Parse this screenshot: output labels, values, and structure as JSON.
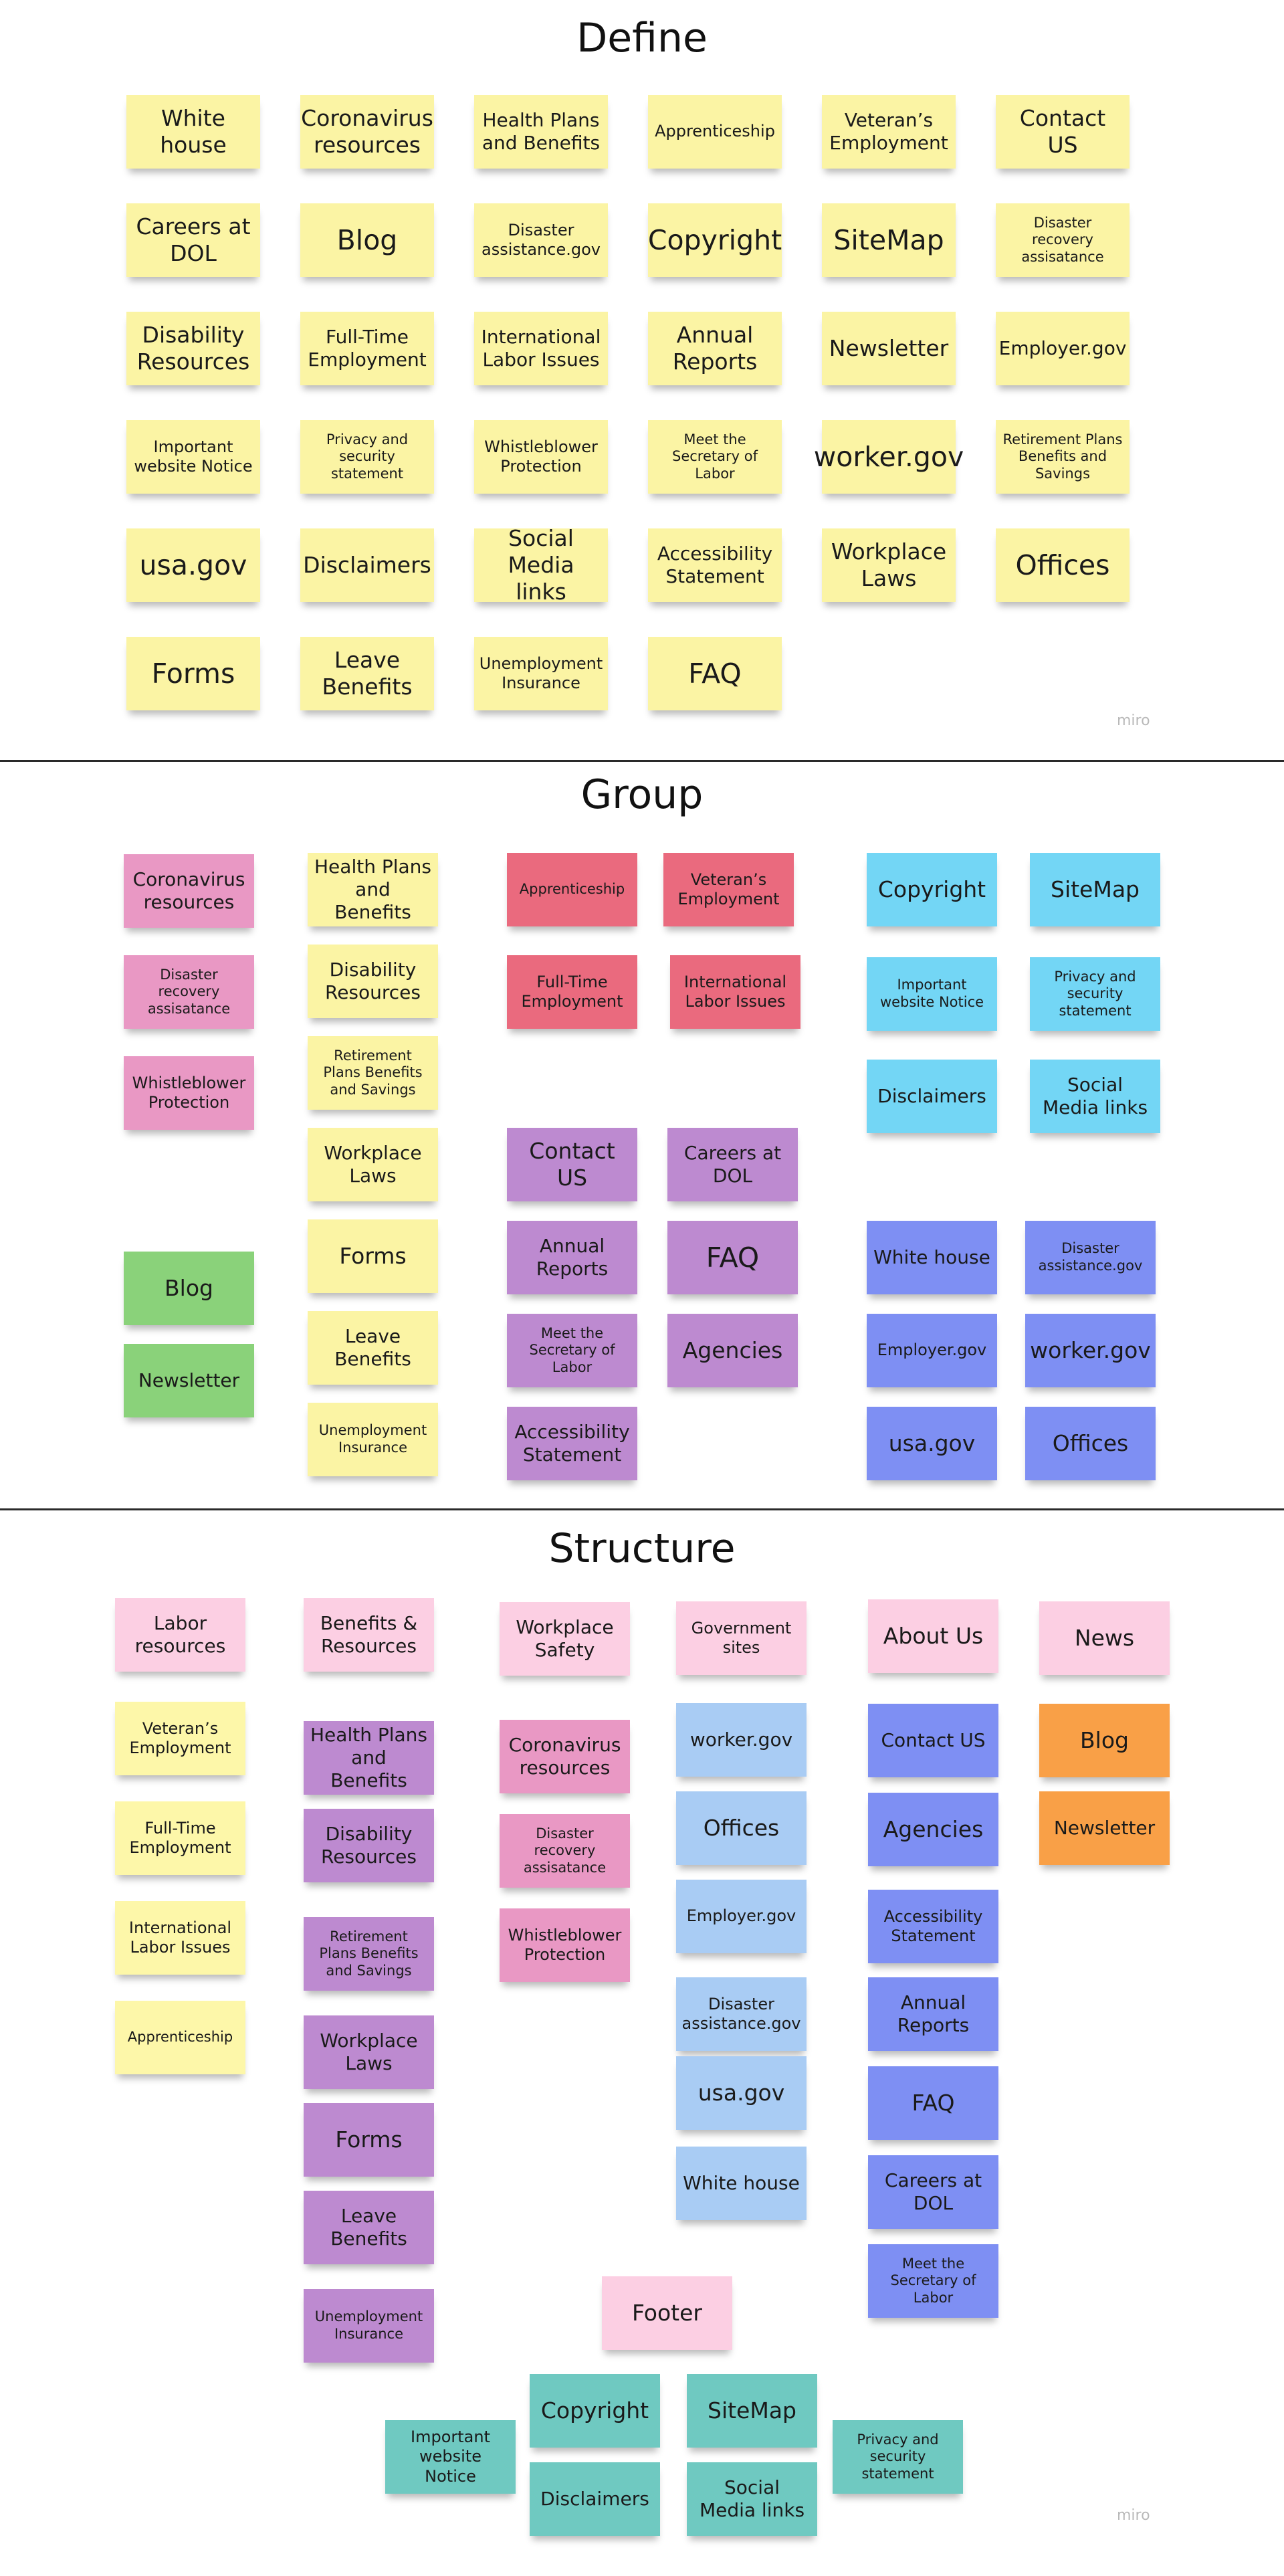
{
  "titles": {
    "define": "Define",
    "group": "Group",
    "structure": "Structure"
  },
  "watermark": "miro",
  "define": {
    "r1": [
      "White house",
      "Coronavirus resources",
      "Health Plans and Benefits",
      "Apprenticeship",
      "Veteran’s Employment",
      "Contact US"
    ],
    "r2": [
      "Careers at DOL",
      "Blog",
      "Disaster assistance.gov",
      "Copyright",
      "SiteMap",
      "Disaster recovery assisatance"
    ],
    "r3": [
      "Disability Resources",
      "Full-Time Employment",
      "International Labor Issues",
      "Annual Reports",
      "Newsletter",
      "Employer.gov"
    ],
    "r4": [
      "Important website Notice",
      "Privacy and security statement",
      "Whistleblower Protection",
      "Meet the Secretary of Labor",
      "worker.gov",
      "Retirement Plans Benefits and Savings"
    ],
    "r5": [
      "usa.gov",
      "Disclaimers",
      "Social Media links",
      "Accessibility Statement",
      "Workplace Laws",
      "Offices"
    ],
    "r6": [
      "Forms",
      "Leave Benefits",
      "Unemployment Insurance",
      "FAQ"
    ]
  },
  "group": {
    "pink": [
      "Coronavirus resources",
      "Disaster recovery assisatance",
      "Whistleblower Protection"
    ],
    "green": [
      "Blog",
      "Newsletter"
    ],
    "yellow": [
      "Health Plans and Benefits",
      "Disability Resources",
      "Retirement Plans Benefits and Savings",
      "Workplace Laws",
      "Forms",
      "Leave Benefits",
      "Unemployment Insurance"
    ],
    "red": [
      "Apprenticeship",
      "Veteran’s Employment",
      "Full-Time Employment",
      "International Labor Issues"
    ],
    "purple": [
      "Contact US",
      "Careers at DOL",
      "Annual Reports",
      "FAQ",
      "Meet the Secretary of Labor",
      "Agencies",
      "Accessibility Statement"
    ],
    "cyan": [
      "Copyright",
      "SiteMap",
      "Important website Notice",
      "Privacy and security statement",
      "Disclaimers",
      "Social Media links"
    ],
    "indigo": [
      "White house",
      "Disaster assistance.gov",
      "Employer.gov",
      "worker.gov",
      "usa.gov",
      "Offices"
    ]
  },
  "structure": {
    "headers": [
      "Labor resources",
      "Benefits & Resources",
      "Workplace Safety",
      "Government sites",
      "About Us",
      "News",
      "Footer"
    ],
    "labor": [
      "Veteran’s Employment",
      "Full-Time Employment",
      "International Labor Issues",
      "Apprenticeship"
    ],
    "benefits": [
      "Health Plans and Benefits",
      "Disability Resources",
      "Retirement Plans Benefits and Savings",
      "Workplace Laws",
      "Forms",
      "Leave Benefits",
      "Unemployment Insurance"
    ],
    "safety": [
      "Coronavirus resources",
      "Disaster recovery assisatance",
      "Whistleblower Protection"
    ],
    "gov": [
      "worker.gov",
      "Offices",
      "Employer.gov",
      "Disaster assistance.gov",
      "usa.gov",
      "White house"
    ],
    "about": [
      "Contact US",
      "Agencies",
      "Accessibility Statement",
      "Annual Reports",
      "FAQ",
      "Careers at DOL",
      "Meet the Secretary of Labor"
    ],
    "news": [
      "Blog",
      "Newsletter"
    ],
    "footer": [
      "Copyright",
      "SiteMap",
      "Important website Notice",
      "Privacy and security statement",
      "Disclaimers",
      "Social Media links"
    ]
  },
  "colors": {
    "yellow": "#fbf4a4",
    "pink": "#e998c4",
    "red": "#ea6a7e",
    "purple": "#bd8ad0",
    "cyan": "#73d6f5",
    "indigo": "#7e8ff3",
    "green": "#8ad27a",
    "light_pink": "#fccfe3",
    "light_blue": "#a9ccf4",
    "orange": "#f9a047",
    "teal": "#6fc9c1"
  }
}
